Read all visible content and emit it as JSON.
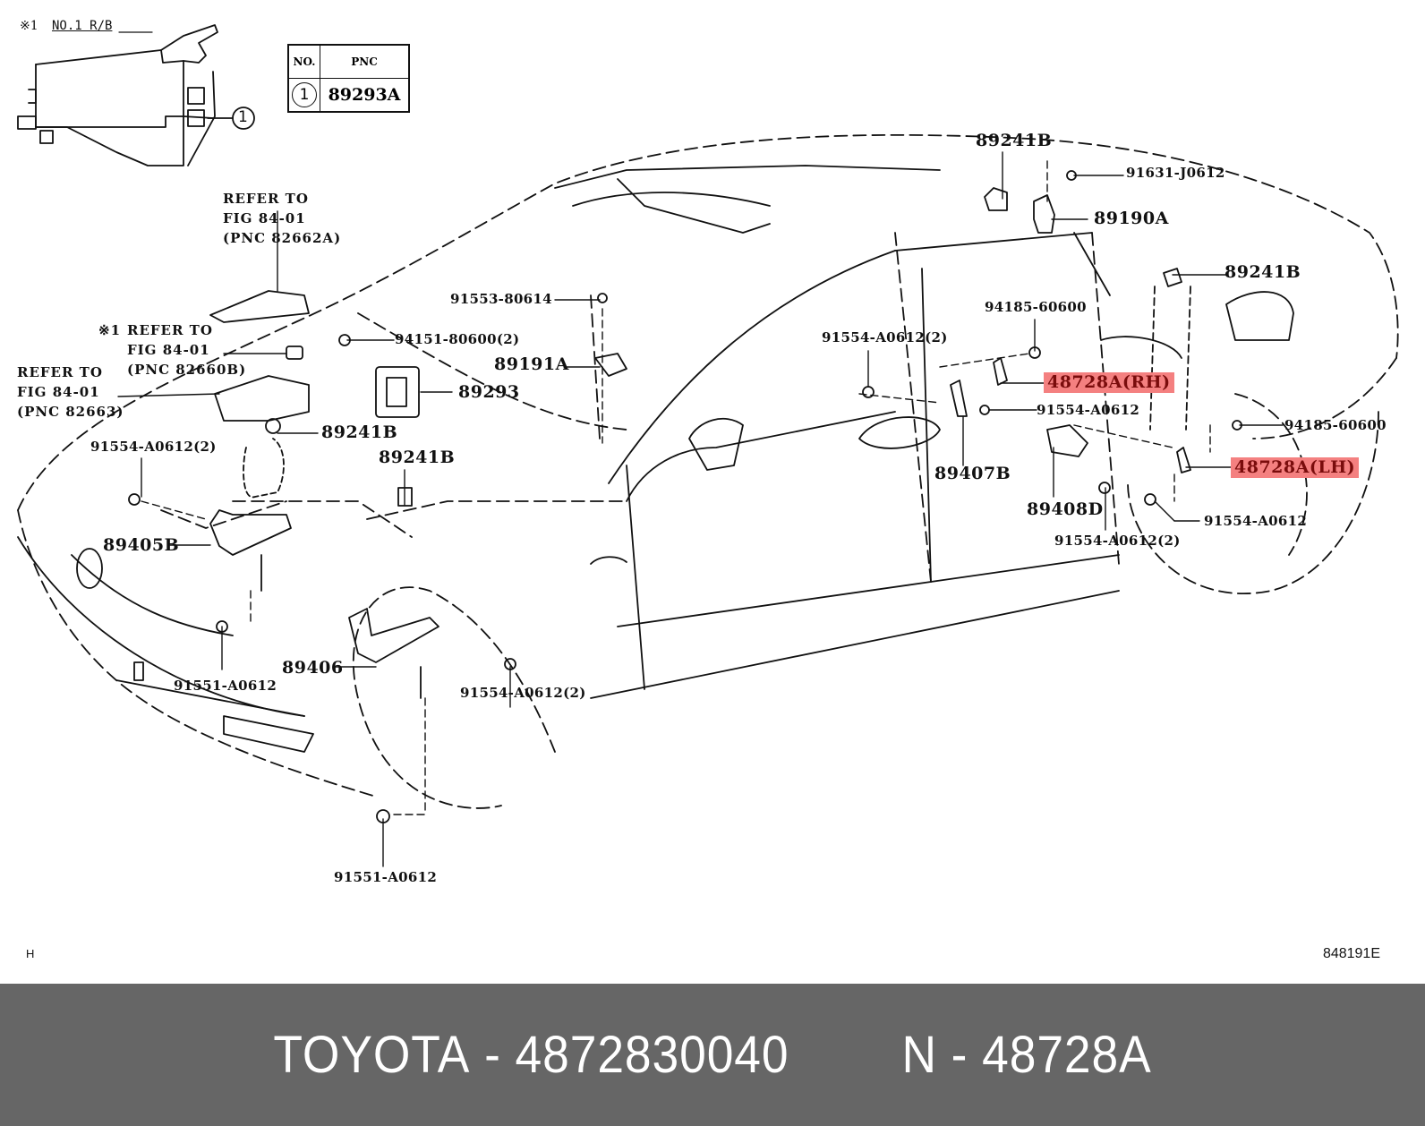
{
  "inset": {
    "title_prefix": "※1",
    "title": "NO.1 R/B",
    "callout_number": "1"
  },
  "pnc_table": {
    "headers": [
      "NO.",
      "PNC"
    ],
    "rows": [
      {
        "no": "1",
        "pnc": "89293A"
      }
    ]
  },
  "references": [
    {
      "id": "ref-82662a",
      "lines": [
        "REFER TO",
        "FIG 84-01",
        "(PNC 82662A)"
      ]
    },
    {
      "id": "ref-82660b",
      "prefix": "※1",
      "lines": [
        "REFER TO",
        "FIG 84-01",
        "(PNC 82660B)"
      ]
    },
    {
      "id": "ref-82663",
      "lines": [
        "REFER TO",
        "FIG 84-01",
        "(PNC 82663)"
      ]
    }
  ],
  "part_labels": {
    "p89241b_roof": "89241B",
    "p91631": "91631-J0612",
    "p89190a": "89190A",
    "p89241b_rear": "89241B",
    "p94185_a": "94185-60600",
    "p91554_2_door": "91554-A0612(2)",
    "p48728a_rh": "48728A(RH)",
    "p91554_door": "91554-A0612",
    "p94185_b": "94185-60600",
    "p48728a_lh": "48728A(LH)",
    "p89407b": "89407B",
    "p89408d": "89408D",
    "p91554_rear": "91554-A0612",
    "p91554_2_rear": "91554-A0612(2)",
    "p91553": "91553-80614",
    "p94151": "94151-80600(2)",
    "p89191a": "89191A",
    "p89293": "89293",
    "p89241b_front": "89241B",
    "p89241b_mid": "89241B",
    "p91554_2_front": "91554-A0612(2)",
    "p89405b": "89405B",
    "p91551_front": "91551-A0612",
    "p89406": "89406",
    "p91554_2_wheel": "91554-A0612(2)",
    "p91551_low": "91551-A0612"
  },
  "highlight_color": "#f48080",
  "figure_id": "848191E",
  "corner_mark": "H",
  "footer": {
    "brand": "TOYOTA",
    "separator": "-",
    "part_number": "4872830040",
    "ref_prefix": "N",
    "ref_code": "48728A"
  }
}
